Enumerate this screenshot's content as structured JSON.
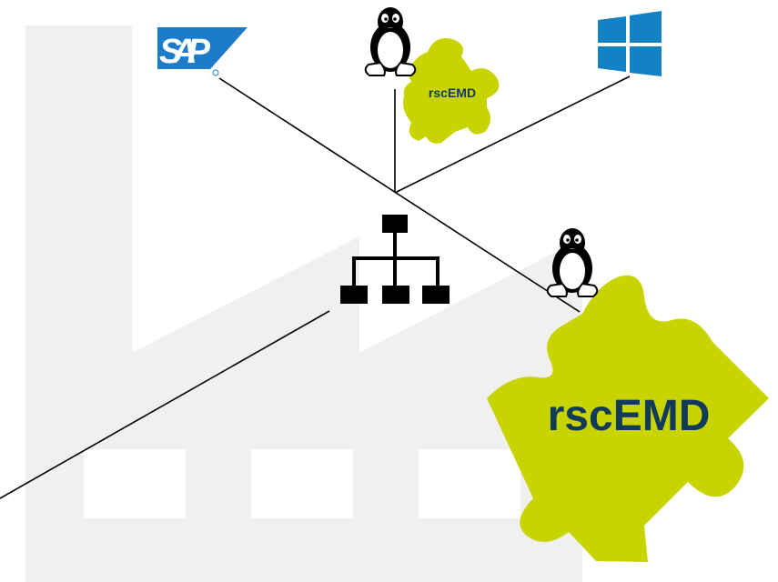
{
  "diagram": {
    "puzzle_small": {
      "label": "rscEMD"
    },
    "puzzle_large": {
      "label": "rscEMD"
    },
    "logos": {
      "sap": {
        "text": "SAP",
        "icon": "sap-logo"
      },
      "linux_top": {
        "icon": "linux-tux-icon"
      },
      "linux_right": {
        "icon": "linux-tux-icon"
      },
      "windows": {
        "icon": "windows-logo"
      }
    },
    "network": {
      "icon": "network-hierarchy-icon"
    },
    "background": {
      "icon": "factory-silhouette"
    }
  },
  "colors": {
    "factory": "#f0f0f0",
    "puzzle": "#c8d400",
    "puzzle_text": "#123a5a",
    "sap_blue": "#1d7cc9",
    "windows_blue": "#1382c4",
    "line": "#000000"
  }
}
